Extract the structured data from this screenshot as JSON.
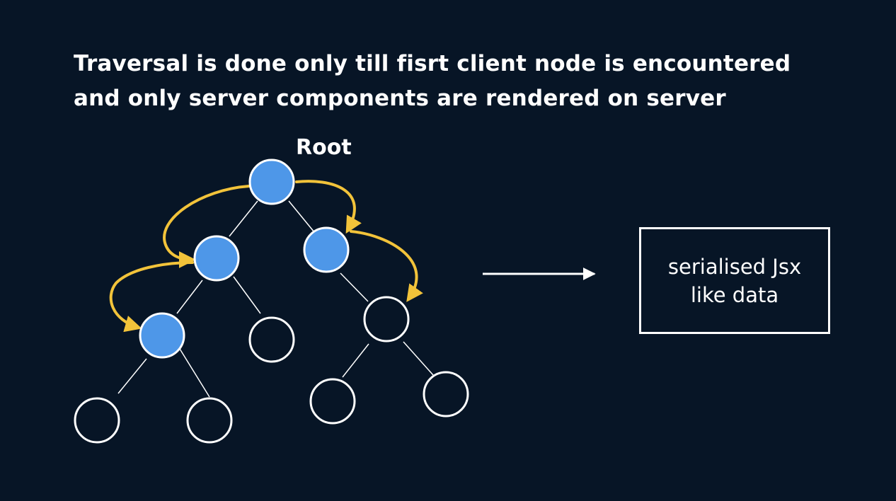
{
  "heading": {
    "line1": "Traversal is done only till fisrt client node is encountered",
    "line2": "and only server components are rendered on server"
  },
  "tree": {
    "root_label": "Root"
  },
  "output": {
    "line1": "serialised Jsx",
    "line2": "like data"
  },
  "colors": {
    "background": "#071526",
    "server_node_fill": "#4e97e8",
    "client_node_fill": "#071526",
    "node_stroke": "#ffffff",
    "traversal_arrow": "#f2c33a"
  }
}
